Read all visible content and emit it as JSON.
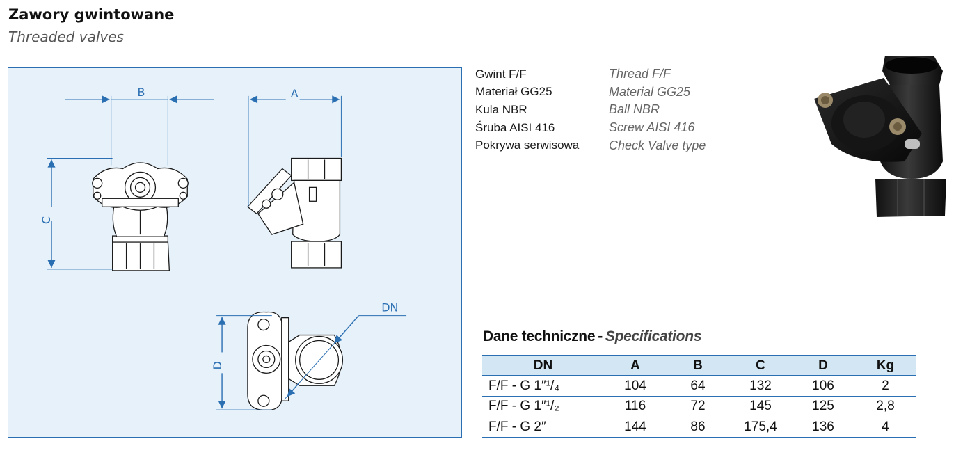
{
  "header": {
    "title_pl": "Zawory gwintowane",
    "title_en": "Threaded valves"
  },
  "drawing": {
    "labels": {
      "a": "A",
      "b": "B",
      "c": "C",
      "d": "D",
      "dn": "DN"
    }
  },
  "properties": [
    {
      "pl": "Gwint  F/F",
      "en": "Thread F/F"
    },
    {
      "pl": "Materiał GG25",
      "en": "Material GG25"
    },
    {
      "pl": "Kula NBR",
      "en": "Ball NBR"
    },
    {
      "pl": "Śruba AISI 416",
      "en": "Screw AISI 416"
    },
    {
      "pl": "Pokrywa serwisowa",
      "en": "Check Valve type"
    }
  ],
  "specs": {
    "heading_pl": "Dane techniczne",
    "heading_sep": "-",
    "heading_en": "Specifications",
    "columns": [
      "DN",
      "A",
      "B",
      "C",
      "D",
      "Kg"
    ],
    "rows": [
      {
        "dn": "F/F - G 1″¹/₄",
        "a": "104",
        "b": "64",
        "c": "132",
        "d": "106",
        "kg": "2"
      },
      {
        "dn": "F/F - G 1″¹/₂",
        "a": "116",
        "b": "72",
        "c": "145",
        "d": "125",
        "kg": "2,8"
      },
      {
        "dn": "F/F - G 2″",
        "a": "144",
        "b": "86",
        "c": "175,4",
        "d": "136",
        "kg": "4"
      }
    ]
  },
  "colors": {
    "accent": "#2b6fb3",
    "panel_bg": "#e6f1f9",
    "table_header_bg": "#d3e6f3"
  }
}
